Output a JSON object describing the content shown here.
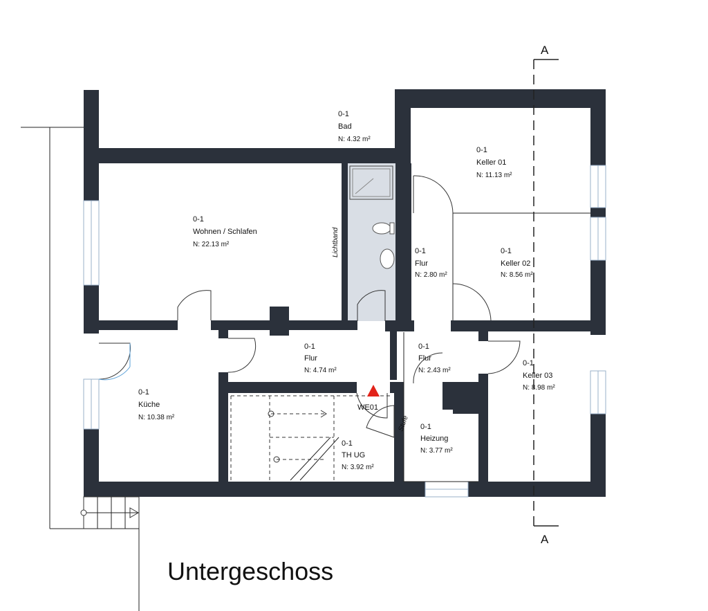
{
  "title": "Untergeschoss",
  "section_marker": {
    "top": "A",
    "bottom": "A"
  },
  "rooms": [
    {
      "id": "bad",
      "code": "0-1",
      "name": "Bad",
      "area": "N:  4.32  m²"
    },
    {
      "id": "keller01",
      "code": "0-1",
      "name": "Keller 01",
      "area": "N:  11.13  m²"
    },
    {
      "id": "wohnen",
      "code": "0-1",
      "name": "Wohnen / Schlafen",
      "area": "N:  22.13  m²"
    },
    {
      "id": "flur280",
      "code": "0-1",
      "name": "Flur",
      "area": "N:  2.80  m²"
    },
    {
      "id": "keller02",
      "code": "0-1",
      "name": "Keller 02",
      "area": "N:  8.56  m²"
    },
    {
      "id": "flur474",
      "code": "0-1",
      "name": "Flur",
      "area": "N:  4.74  m²"
    },
    {
      "id": "flur243",
      "code": "0-1",
      "name": "Flur",
      "area": "N:  2.43  m²"
    },
    {
      "id": "keller03",
      "code": "0-1",
      "name": "Keller 03",
      "area": "N:  8.98  m²"
    },
    {
      "id": "kueche",
      "code": "0-1",
      "name": "Küche",
      "area": "N:  10.38  m²"
    },
    {
      "id": "heizung",
      "code": "0-1",
      "name": "Heizung",
      "area": "N:  3.77  m²"
    },
    {
      "id": "thug",
      "code": "0-1",
      "name": "TH UG",
      "area": "N:  3.92  m²"
    }
  ],
  "labels": {
    "lichtband": "Lichtband",
    "stufe": "Stufe",
    "unit": "WE01"
  },
  "colors": {
    "wall": "#2b313b",
    "bathroom_fill": "#d9dee5",
    "unit_marker": "#e2231a"
  }
}
